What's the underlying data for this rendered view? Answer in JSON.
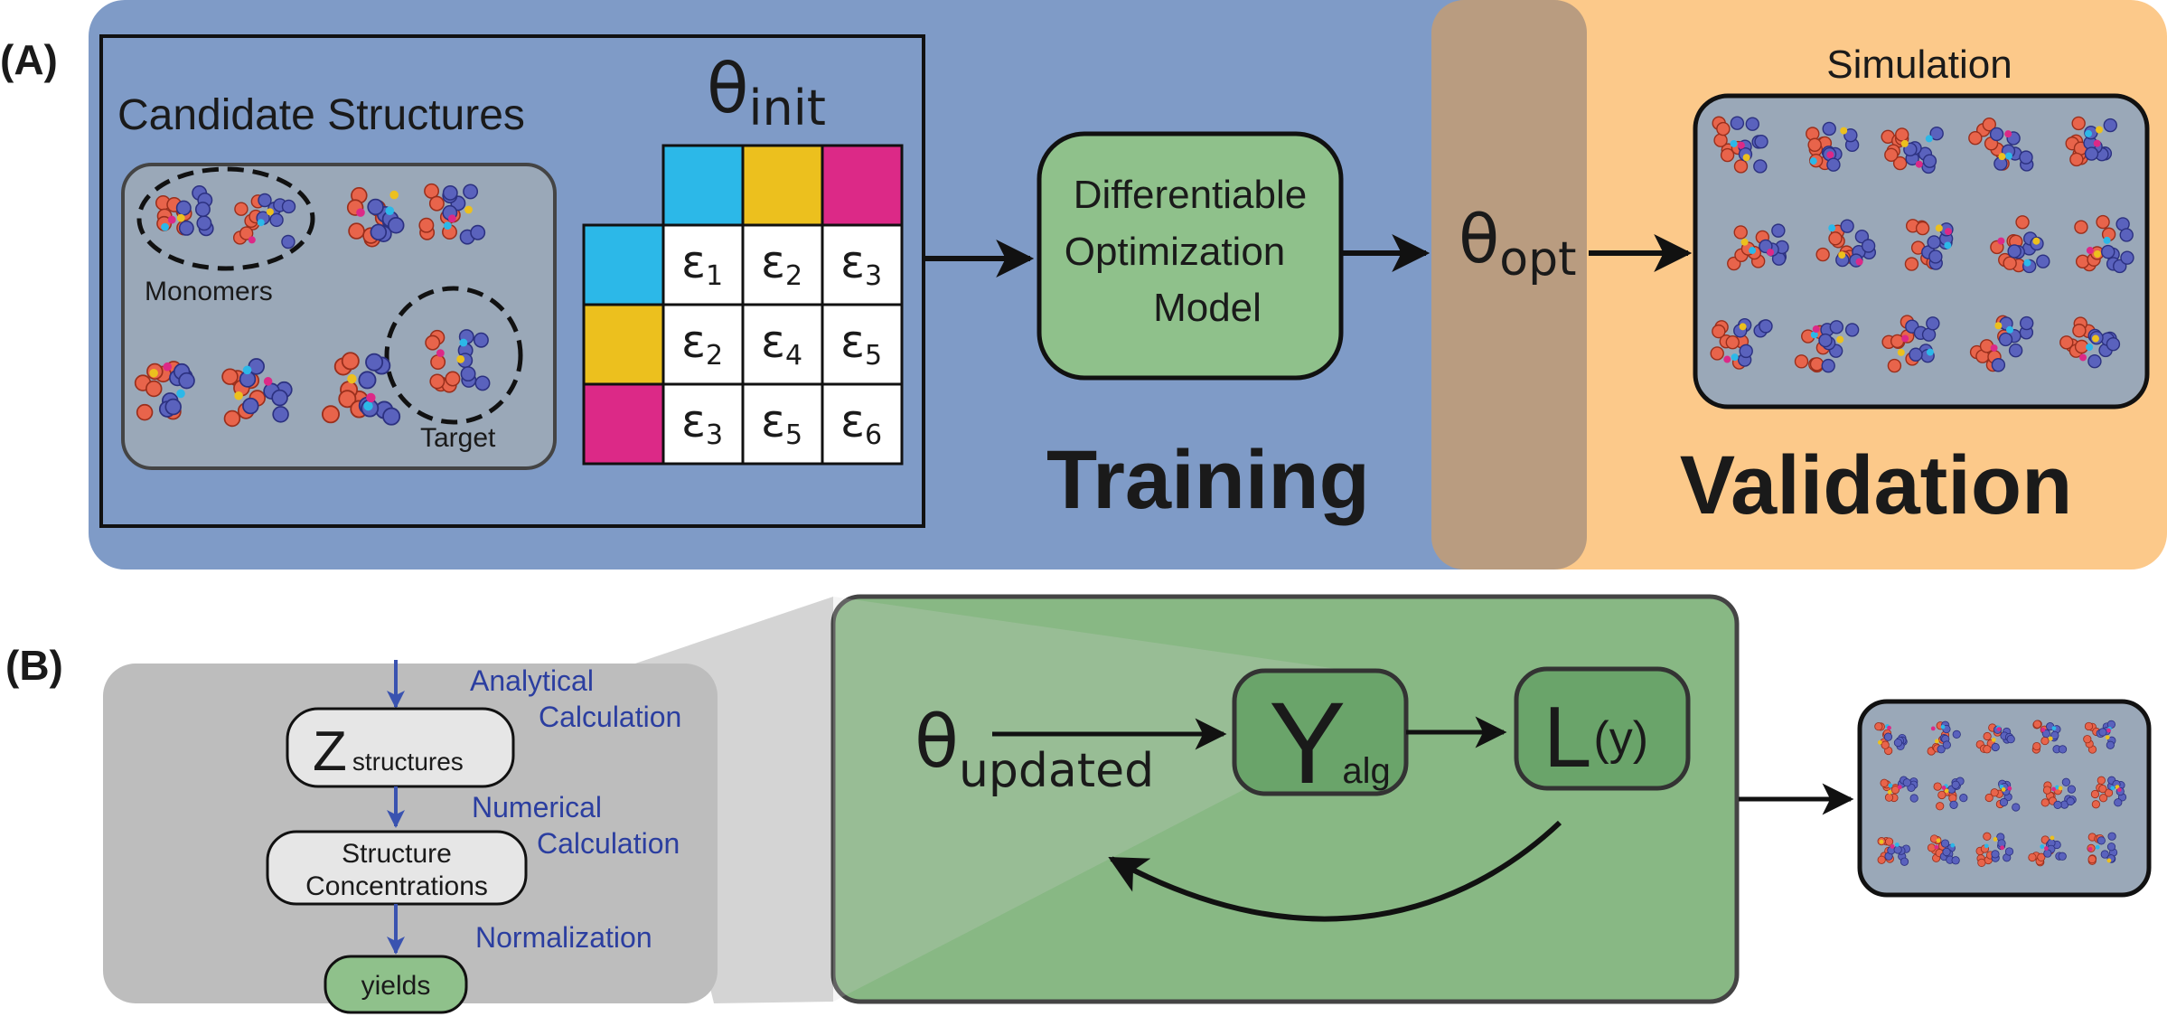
{
  "panel_a": {
    "label": "(A)",
    "candidate_title": "Candidate Structures",
    "monomers": "Monomers",
    "target": "Target",
    "theta_init_base": "θ",
    "theta_init_sub": "init",
    "matrix": [
      [
        "ε1",
        "ε2",
        "ε3"
      ],
      [
        "ε2",
        "ε4",
        "ε5"
      ],
      [
        "ε3",
        "ε5",
        "ε6"
      ]
    ],
    "matrix_subs": [
      [
        "1",
        "2",
        "3"
      ],
      [
        "2",
        "4",
        "5"
      ],
      [
        "3",
        "5",
        "6"
      ]
    ],
    "model_line1": "Differentiable",
    "model_line2": "Optimization",
    "model_line3": "Model",
    "training": "Training",
    "theta_opt_base": "θ",
    "theta_opt_sub": "opt",
    "simulation": "Simulation",
    "validation": "Validation"
  },
  "panel_b": {
    "label": "(B)",
    "analytical_1": "Analytical",
    "analytical_2": "Calculation",
    "z_base": "Z",
    "z_sub": "structures",
    "numerical_1": "Numerical",
    "numerical_2": "Calculation",
    "conc_1": "Structure",
    "conc_2": "Concentrations",
    "normalization": "Normalization",
    "yields": "yields",
    "theta_upd_base": "θ",
    "theta_upd_sub": "updated",
    "y_base": "Y",
    "y_sub": "alg",
    "l_base": "L",
    "l_sub": "(y)"
  },
  "colors": {
    "training_bg": "#7f9bc7",
    "validation_bg": "#fcc98a",
    "theta_opt_bg": "#b99c80",
    "model_green": "#8fc18b",
    "panel_b_green": "#88b884",
    "gray_panel": "#bdbdbd",
    "cyan": "#2cb8e8",
    "yellow": "#ecc01e",
    "magenta": "#dc2987",
    "sim_box": "#9aa8b8"
  }
}
